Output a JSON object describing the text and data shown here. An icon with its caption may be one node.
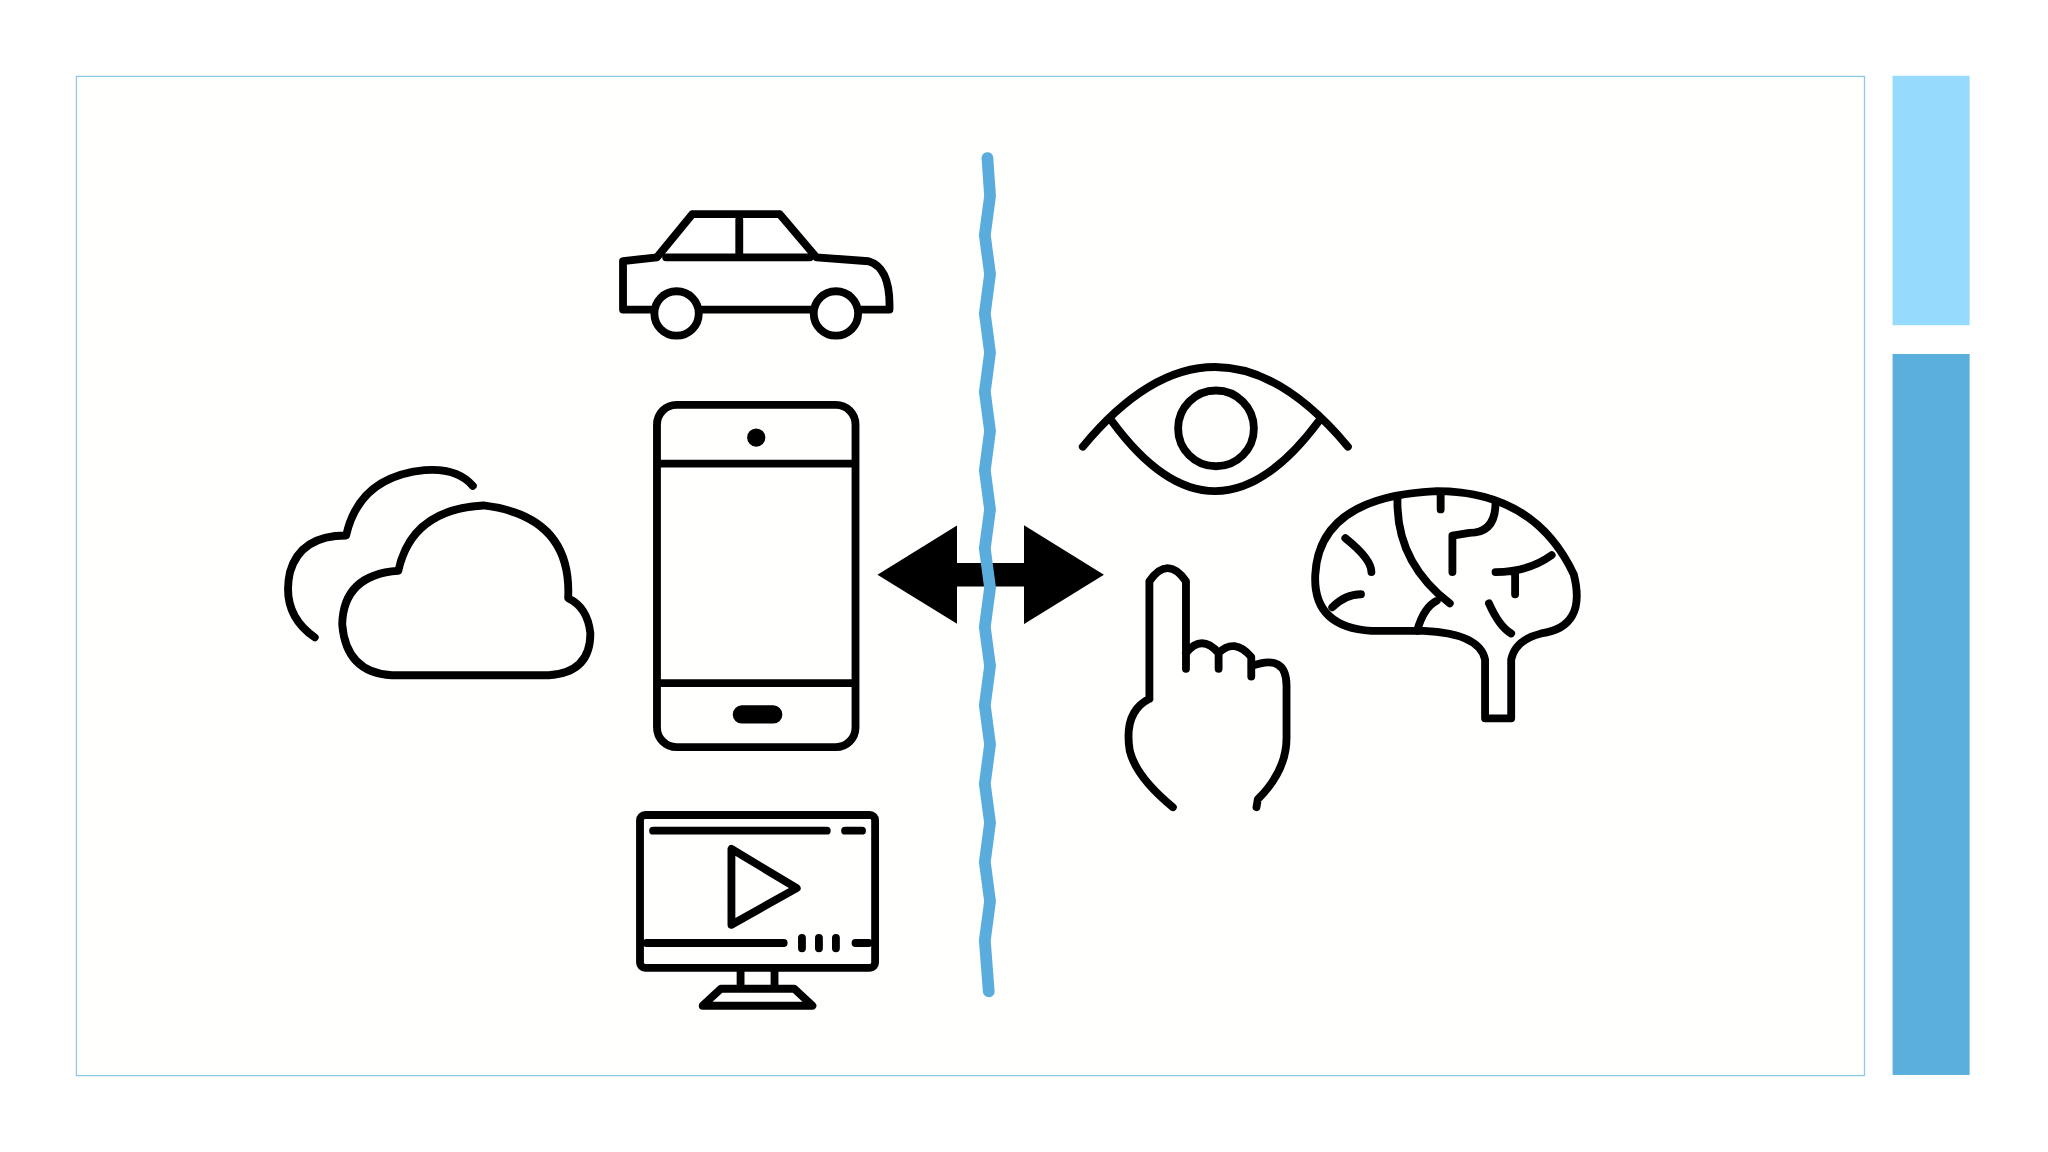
{
  "diagram": {
    "nodes": [
      {
        "text": [],
        "shape": "phone"
      },
      {
        "text": [],
        "shape": "hand"
      }
    ],
    "edges": [
      {
        "from": 0,
        "to": 1,
        "arrow": "both"
      }
    ]
  }
}
